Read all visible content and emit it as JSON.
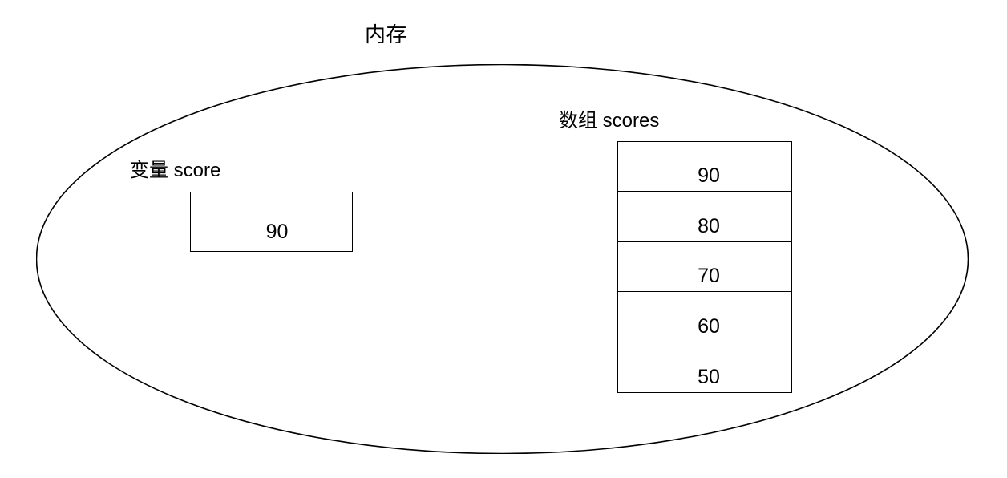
{
  "diagram": {
    "title": "内存",
    "container": {
      "shape": "ellipse",
      "stroke_color": "#000000",
      "fill_color": "#ffffff"
    },
    "variable": {
      "label": "变量 score",
      "value": "90"
    },
    "array": {
      "label": "数组 scores",
      "cells": [
        {
          "value": "90"
        },
        {
          "value": "80"
        },
        {
          "value": "70"
        },
        {
          "value": "60"
        },
        {
          "value": "50"
        }
      ]
    },
    "colors": {
      "background": "#ffffff",
      "stroke": "#000000",
      "text": "#000000"
    }
  }
}
